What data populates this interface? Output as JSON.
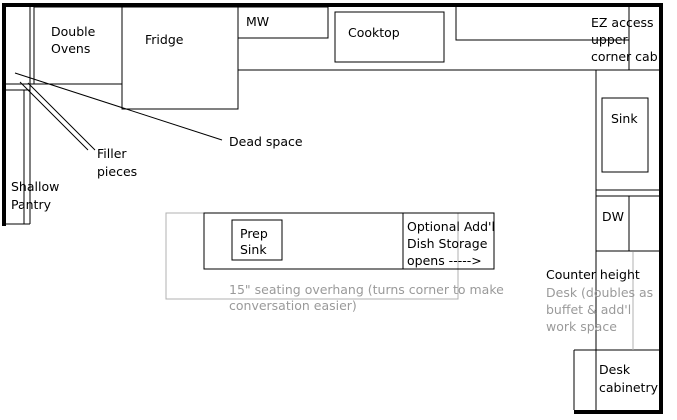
{
  "labels": {
    "double_ovens": [
      "Double",
      "Ovens"
    ],
    "fridge": "Fridge",
    "mw": "MW",
    "cooktop": "Cooktop",
    "ez_access": [
      "EZ access",
      "upper",
      "corner cab"
    ],
    "sink": "Sink",
    "dead_space": "Dead space",
    "filler_pieces": [
      "Filler",
      "pieces"
    ],
    "shallow_pantry": [
      "Shallow",
      "Pantry"
    ],
    "dw": "DW",
    "prep_sink": [
      "Prep",
      "Sink"
    ],
    "optional_storage": [
      "Optional Add'l",
      "Dish Storage",
      "opens ----->"
    ],
    "seating_overhang": [
      "15\" seating overhang (turns corner to make",
      "conversation easier)"
    ],
    "counter_height": "Counter height",
    "desk_desc": [
      "Desk (doubles as",
      "buffet & add'l",
      "work space"
    ],
    "desk_cabinetry": [
      "Desk",
      "cabinetry"
    ]
  }
}
